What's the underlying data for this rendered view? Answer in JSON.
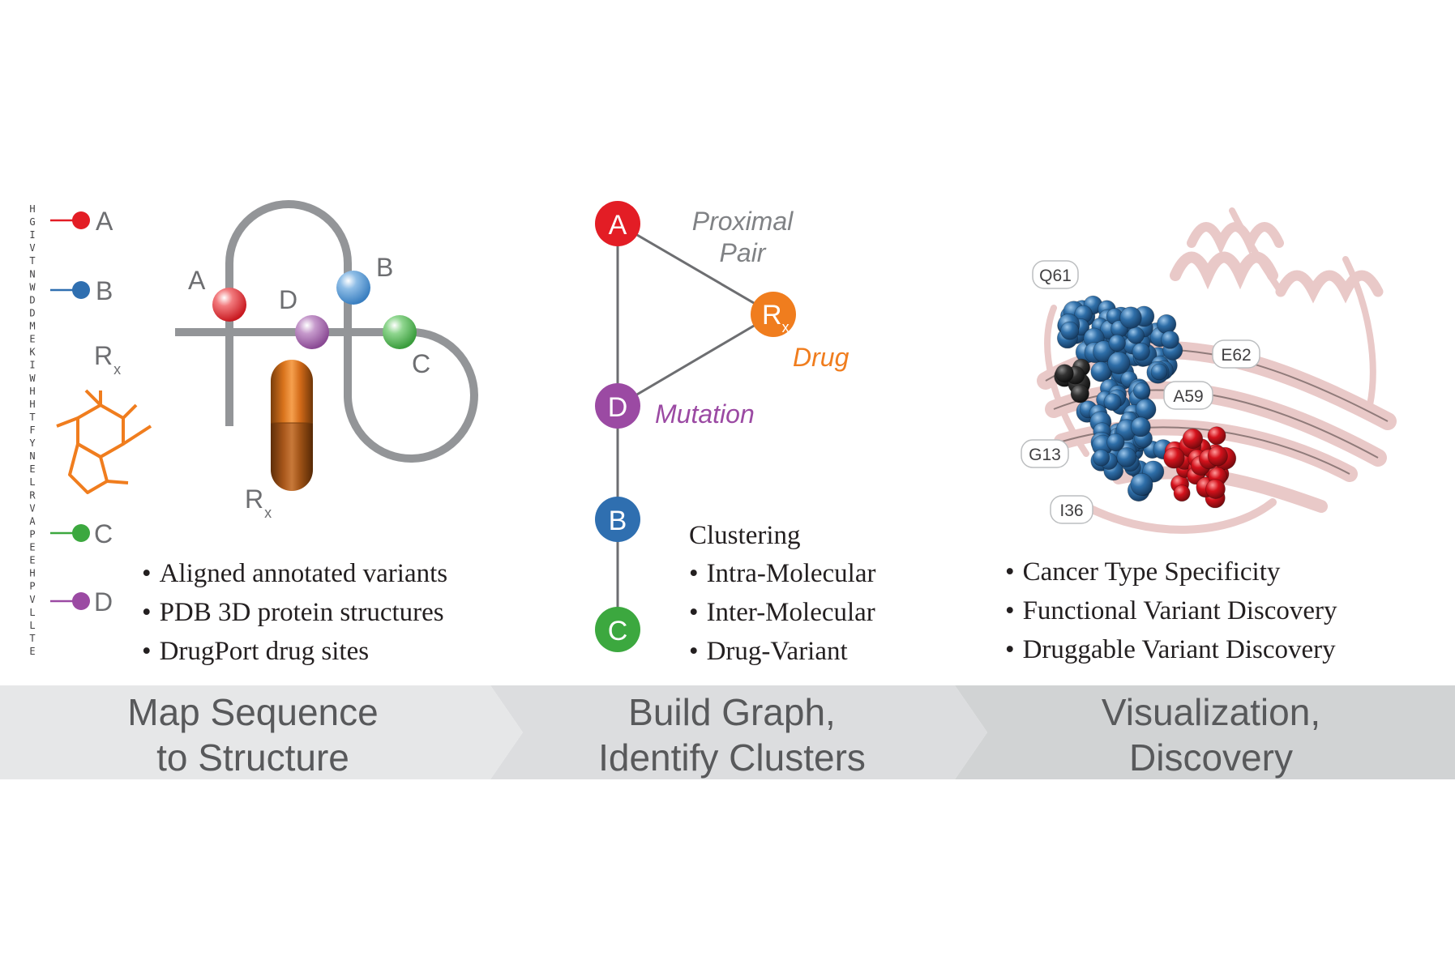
{
  "sequence": "HGIVTNWDDMEKIWHHTFYNELRVAPEEHPVLLTE",
  "colors": {
    "A": "#e31d25",
    "B": "#2f6fb0",
    "C": "#3ca83f",
    "D": "#9b4aa3",
    "drug": "#f07d1e",
    "gray": "#939598",
    "banner1": "#e6e7e8",
    "banner2": "#dcdddf",
    "banner3": "#d1d3d4"
  },
  "legend": {
    "a": "A",
    "b": "B",
    "rx_base": "R",
    "rx_sub": "x",
    "c": "C",
    "d": "D"
  },
  "structure": {
    "a": "A",
    "b": "B",
    "c": "C",
    "d": "D",
    "rx_base": "R",
    "rx_sub": "x"
  },
  "graph": {
    "a": "A",
    "d": "D",
    "b": "B",
    "c": "C",
    "rx_base": "R",
    "rx_sub": "x",
    "proximal_line1": "Proximal",
    "proximal_line2": "Pair",
    "drug": "Drug",
    "mutation": "Mutation"
  },
  "protein_labels": [
    "Q61",
    "E62",
    "A59",
    "G13",
    "I36"
  ],
  "panel1_bullets": [
    "Aligned annotated variants",
    "PDB 3D protein structures",
    "DrugPort drug sites"
  ],
  "panel2_heading": "Clustering",
  "panel2_bullets": [
    "Intra-Molecular",
    "Inter-Molecular",
    "Drug-Variant"
  ],
  "panel3_bullets": [
    "Cancer Type Specificity",
    "Functional Variant Discovery",
    "Druggable Variant Discovery"
  ],
  "bullet_glyph": "•",
  "banner": {
    "step1_line1": "Map Sequence",
    "step1_line2": "to Structure",
    "step2_line1": "Build Graph,",
    "step2_line2": "Identify Clusters",
    "step3_line1": "Visualization,",
    "step3_line2": "Discovery"
  }
}
